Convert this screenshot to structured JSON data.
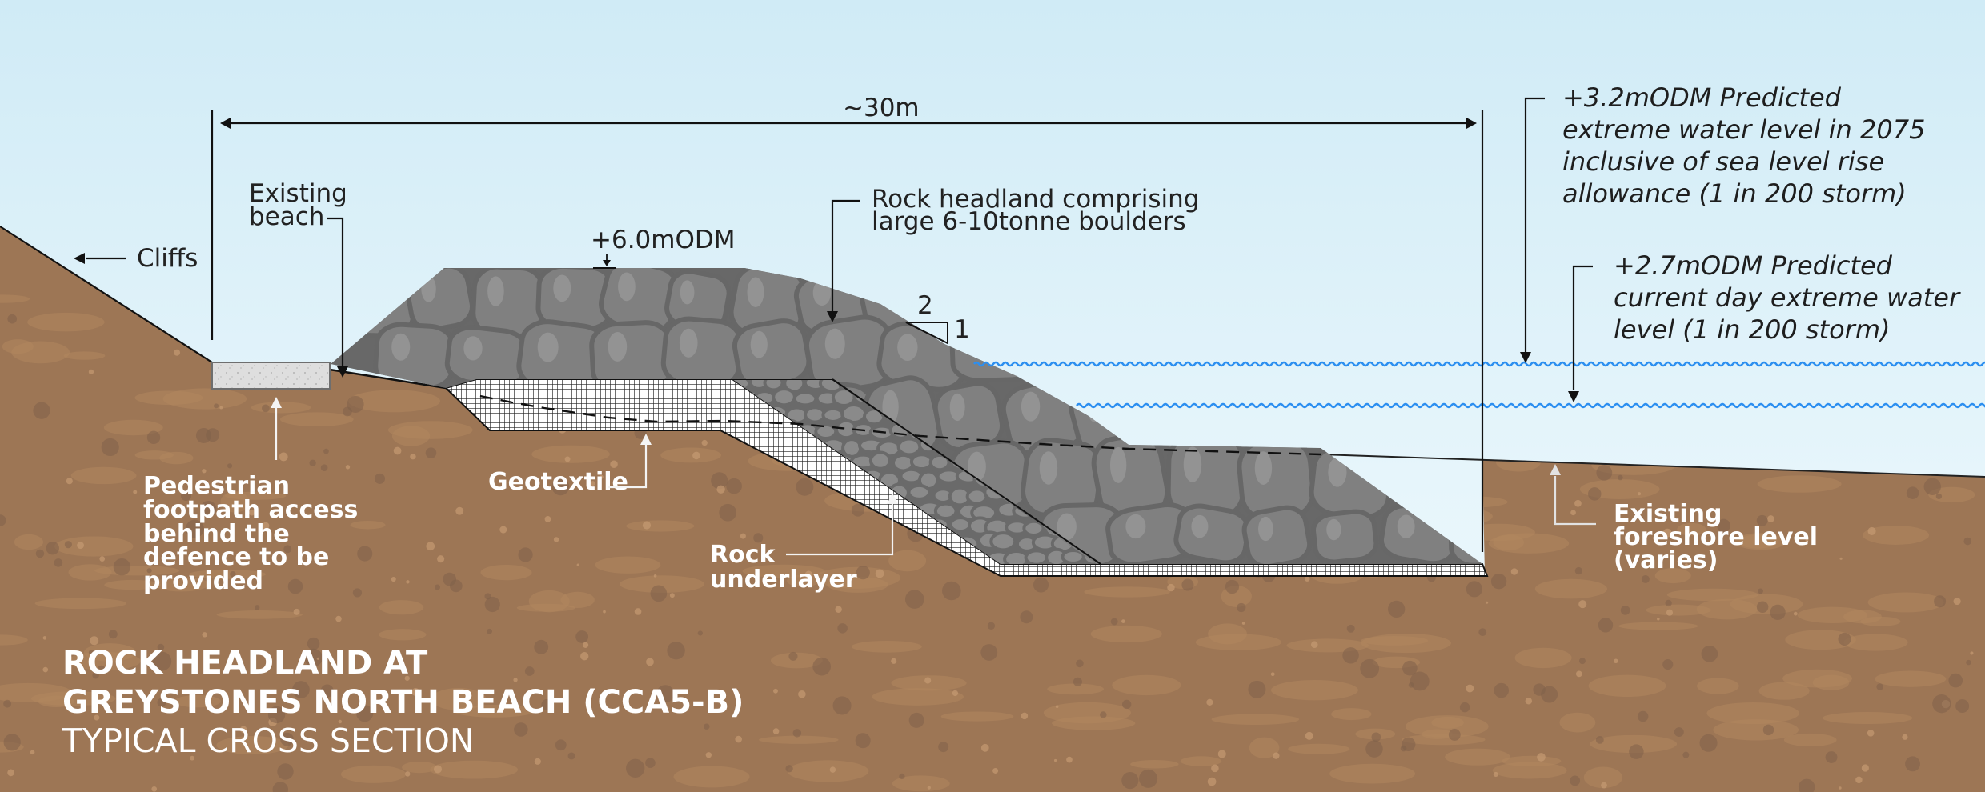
{
  "title": {
    "line1": "ROCK HEADLAND AT",
    "line2": "GREYSTONES NORTH BEACH (CCA5-B)",
    "line3": "TYPICAL CROSS SECTION"
  },
  "dimension": {
    "width_label": "~30m"
  },
  "labels": {
    "cliffs": "Cliffs",
    "existing_beach": [
      "Existing",
      "beach"
    ],
    "crest_level": "+6.0mODM",
    "rock_headland": [
      "Rock headland comprising",
      "large 6-10tonne boulders"
    ],
    "slope_horizontal": "2",
    "slope_vertical": "1",
    "pedestrian_footpath": [
      "Pedestrian",
      "footpath access",
      "behind the",
      "defence to be",
      "provided"
    ],
    "geotextile": "Geotextile",
    "rock_underlayer": [
      "Rock",
      "underlayer"
    ],
    "existing_foreshore": [
      "Existing",
      "foreshore level",
      "(varies)"
    ]
  },
  "water_levels": [
    {
      "level": "+3.2mODM",
      "lines": [
        "+3.2mODM Predicted",
        "extreme water level in 2075",
        "inclusive of sea level rise",
        "allowance (1 in 200 storm)"
      ]
    },
    {
      "level": "+2.7mODM",
      "lines": [
        "+2.7mODM Predicted",
        "current day extreme water",
        "level (1 in 200 storm)"
      ]
    }
  ],
  "colors": {
    "sky_top": "#d2ecf6",
    "sky_bottom": "#eef8fc",
    "earth": "#9d7655",
    "earth_light": "#b0875f",
    "earth_dark": "#7f604a",
    "boulder": "#808080",
    "boulder_outline": "#666666",
    "water_line": "#2c8ff0",
    "footpath": "#dcdcdc"
  }
}
